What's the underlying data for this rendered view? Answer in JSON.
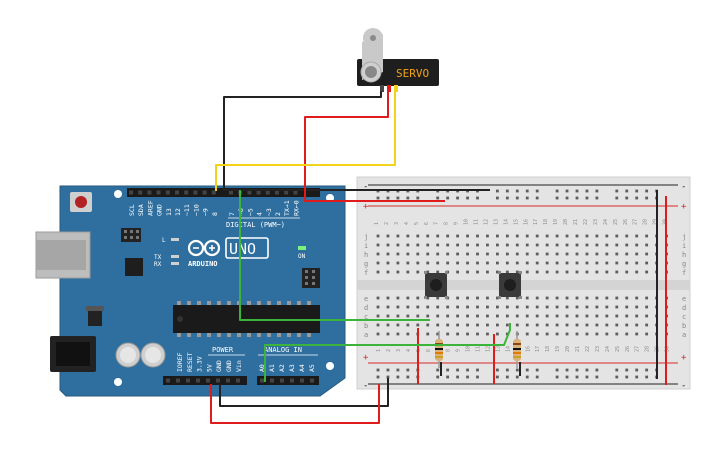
{
  "servo": {
    "label": "SERVO"
  },
  "arduino": {
    "brand": "ARDUINO",
    "model": "UNO",
    "digital_header": "DIGITAL (PWM~)",
    "on_label": "ON",
    "tx_label": "TX",
    "rx_label": "RX",
    "l_label": "L",
    "power_header": "POWER",
    "analog_header": "ANALOG IN",
    "top_pins": [
      "SCL",
      "SDA",
      "AREF",
      "GND",
      "13",
      "12",
      "~11",
      "~10",
      "~9",
      "8",
      "7",
      "~6",
      "~5",
      "4",
      "~3",
      "2",
      "TX→1",
      "RX←0"
    ],
    "power_pins": [
      "IOREF",
      "RESET",
      "3.3V",
      "5V",
      "GND",
      "GND",
      "Vin"
    ],
    "analog_pins": [
      "A0",
      "A1",
      "A2",
      "A3",
      "A4",
      "A5"
    ]
  },
  "breadboard": {
    "row_letters": [
      "a",
      "b",
      "c",
      "d",
      "e",
      "f",
      "g",
      "h",
      "i",
      "j"
    ],
    "column_numbers": [
      "1",
      "2",
      "3",
      "4",
      "5",
      "6",
      "7",
      "8",
      "9",
      "10",
      "11",
      "12",
      "13",
      "14",
      "15",
      "16",
      "17",
      "18",
      "19",
      "20",
      "21",
      "22",
      "23",
      "24",
      "25",
      "26",
      "27",
      "28",
      "29",
      "30"
    ],
    "plus_sign": "+",
    "minus_sign": "-"
  },
  "colors": {
    "board": "#2f6f9f",
    "wire_red": "#e01b1b",
    "wire_black": "#222222",
    "wire_yellow": "#f2d21b",
    "wire_green": "#3cb43c",
    "breadboard": "#e4e4e4"
  }
}
